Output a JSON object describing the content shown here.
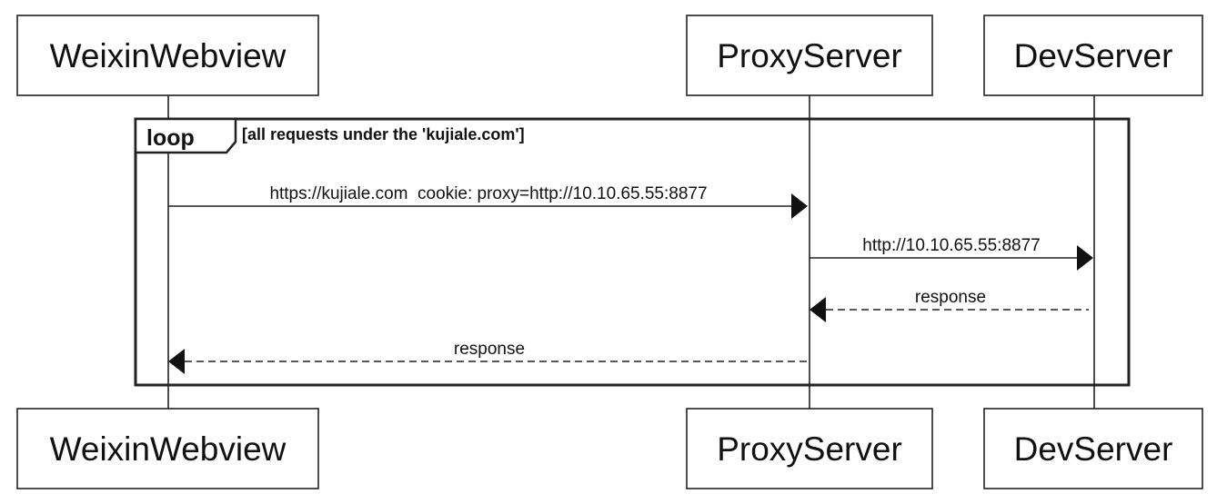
{
  "participants": [
    {
      "id": "weixin",
      "label": "WeixinWebview"
    },
    {
      "id": "proxy",
      "label": "ProxyServer"
    },
    {
      "id": "dev",
      "label": "DevServer"
    }
  ],
  "loop": {
    "keyword": "loop",
    "guard": "[all requests under the 'kujiale.com']"
  },
  "messages": [
    {
      "from": "weixin",
      "to": "proxy",
      "style": "solid",
      "label": "https://kujiale.com  cookie: proxy=http://10.10.65.55:8877"
    },
    {
      "from": "proxy",
      "to": "dev",
      "style": "solid",
      "label": "http://10.10.65.55:8877"
    },
    {
      "from": "dev",
      "to": "proxy",
      "style": "dashed",
      "label": "response"
    },
    {
      "from": "proxy",
      "to": "weixin",
      "style": "dashed",
      "label": "response"
    }
  ]
}
